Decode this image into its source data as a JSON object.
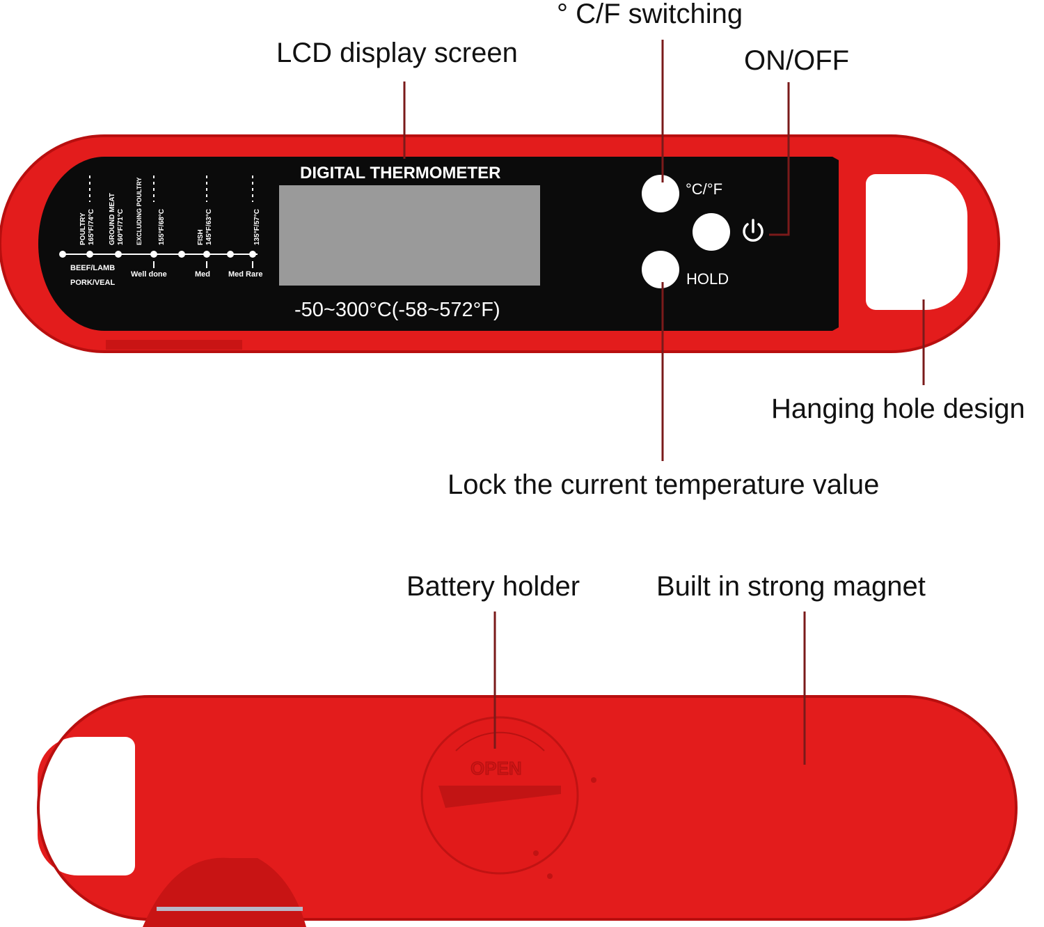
{
  "callouts": {
    "lcd": "LCD display screen",
    "cf_switch": "° C/F switching",
    "on_off": "ON/OFF",
    "hanging": "Hanging hole design",
    "lock": "Lock the current temperature value",
    "battery": "Battery holder",
    "magnet": "Built in strong magnet"
  },
  "front": {
    "title": "DIGITAL THERMOMETER",
    "range": "-50~300°C(-58~572°F)",
    "button_cf": "°C/°F",
    "button_hold": "HOLD",
    "power_icon": "power-icon",
    "scale": {
      "columns": [
        {
          "name": "POULTRY",
          "temp": "165°F/74°C"
        },
        {
          "name": "GROUND MEAT",
          "temp": "160°F/71°C"
        },
        {
          "name": "EXCLUDING POULTRY",
          "temp": "155°F/68°C"
        },
        {
          "name": "FISH",
          "temp": "145°F/63°C"
        },
        {
          "name": "",
          "temp": "135°F/57°C"
        }
      ],
      "bottom": [
        "BEEF/LAMB",
        "PORK/VEAL",
        "Well done",
        "Med",
        "Med Rare"
      ]
    }
  },
  "back": {
    "battery_cover_text": "OPEN"
  },
  "colors": {
    "body_red": "#e31c1c",
    "body_dark": "#b80f0f",
    "panel": "#0b0b0b",
    "lcd": "#9a9a9a",
    "leader": "#7a1a1a"
  }
}
